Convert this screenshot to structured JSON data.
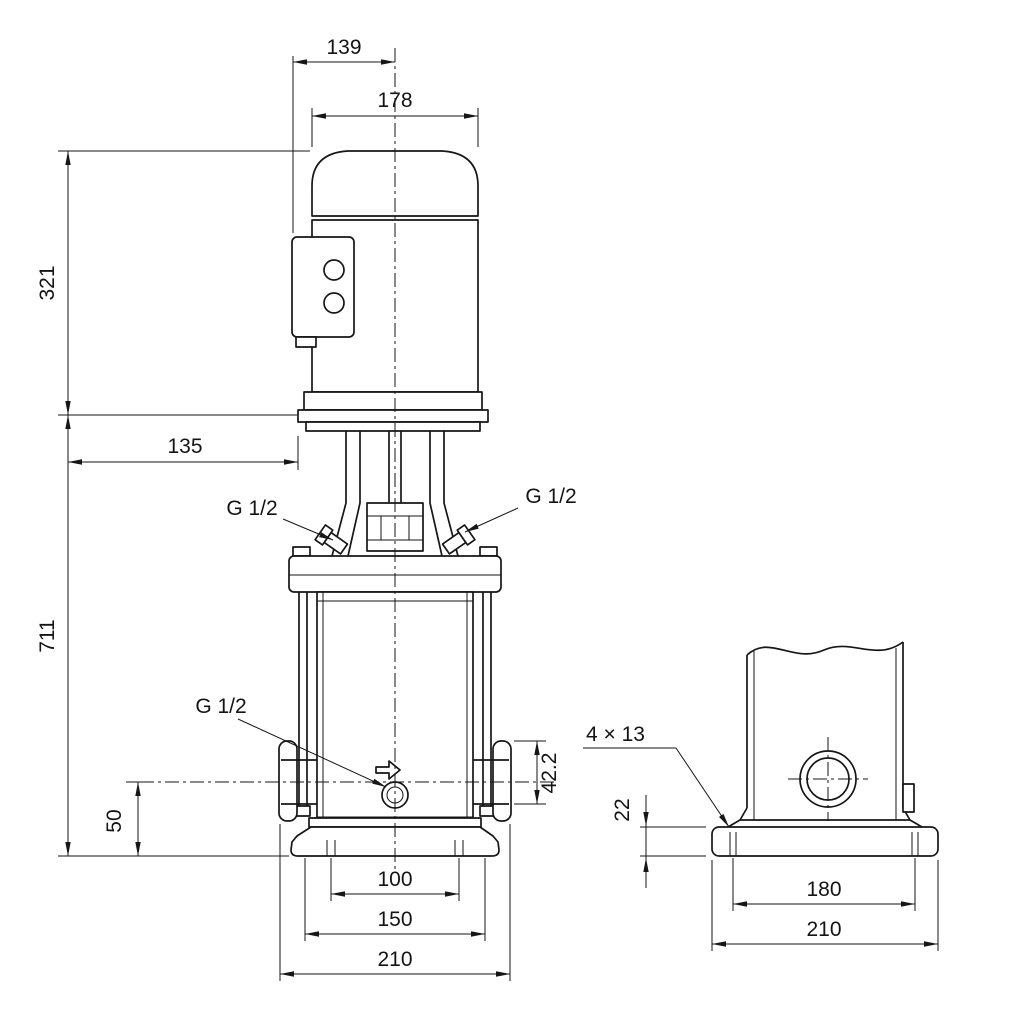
{
  "drawing": {
    "background_color": "#ffffff",
    "line_color": "#161616",
    "labels": {
      "dim_139": "139",
      "dim_178": "178",
      "dim_321": "321",
      "dim_711": "711",
      "dim_135": "135",
      "g_half_left": "G 1/2",
      "g_half_right": "G 1/2",
      "g_half_drain": "G 1/2",
      "dim_50": "50",
      "dim_42_2": "42.2",
      "dim_100": "100",
      "dim_150": "150",
      "dim_210_front": "210",
      "dim_4x13": "4 × 13",
      "dim_22": "22",
      "dim_180": "180",
      "dim_210_side": "210"
    }
  }
}
